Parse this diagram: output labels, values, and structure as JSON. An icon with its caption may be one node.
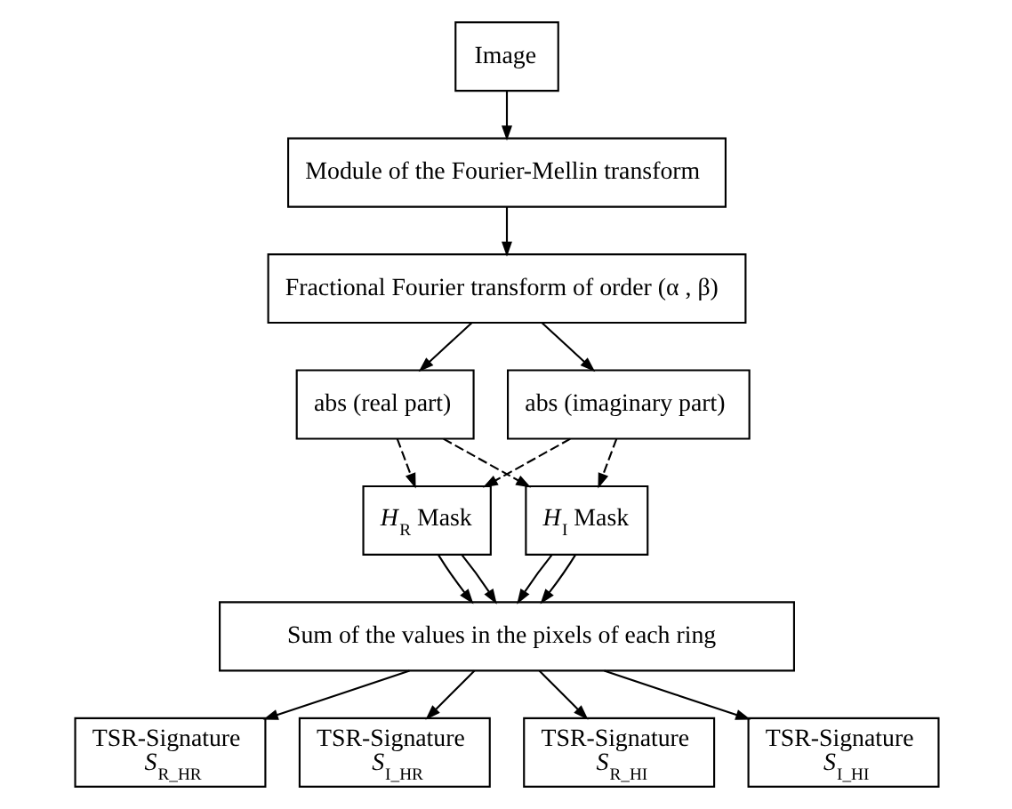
{
  "diagram": {
    "nodes": [
      {
        "text": [
          "Image"
        ]
      },
      {
        "text": [
          "Module of the Fourier-Mellin transform"
        ]
      },
      {
        "text": [
          "Fractional Fourier transform of order (α , β)"
        ]
      },
      {
        "text": [
          "abs (real part)"
        ]
      },
      {
        "text": [
          "abs (imaginary part)"
        ]
      },
      {
        "text": [
          "*H*$_{R}$ Mask"
        ]
      },
      {
        "text": [
          "*H*$_{I}$ Mask"
        ]
      },
      {
        "text": [
          "Sum of the values in the pixels of each ring"
        ]
      },
      {
        "text": [
          "TSR-Signature",
          "*S*$_{R_HR}$"
        ]
      },
      {
        "text": [
          "TSR-Signature",
          "*S*$_{I_HR}$"
        ]
      },
      {
        "text": [
          "TSR-Signature",
          "*S*$_{R_HI}$"
        ]
      },
      {
        "text": [
          "TSR-Signature",
          "*S*$_{I_HI}$"
        ]
      }
    ],
    "edges": [
      {
        "from": 0,
        "to": 1,
        "arrow": "to"
      },
      {
        "from": 1,
        "to": 2,
        "arrow": "to"
      },
      {
        "from": 2,
        "to": 3,
        "arrow": "to"
      },
      {
        "from": 2,
        "to": 4,
        "arrow": "to"
      },
      {
        "from": 3,
        "to": 5,
        "arrow": "to",
        "style": "dashed"
      },
      {
        "from": 3,
        "to": 6,
        "arrow": "to",
        "style": "dashed"
      },
      {
        "from": 4,
        "to": 5,
        "arrow": "to",
        "style": "dashed"
      },
      {
        "from": 4,
        "to": 6,
        "arrow": "to",
        "style": "dashed"
      },
      {
        "from": 5,
        "to": 7,
        "arrow": "to"
      },
      {
        "from": 5,
        "to": 7,
        "arrow": "to"
      },
      {
        "from": 6,
        "to": 7,
        "arrow": "to"
      },
      {
        "from": 6,
        "to": 7,
        "arrow": "to"
      },
      {
        "from": 7,
        "to": 8,
        "arrow": "to"
      },
      {
        "from": 7,
        "to": 9,
        "arrow": "to"
      },
      {
        "from": 7,
        "to": 10,
        "arrow": "to"
      },
      {
        "from": 7,
        "to": 11,
        "arrow": "to"
      }
    ]
  }
}
